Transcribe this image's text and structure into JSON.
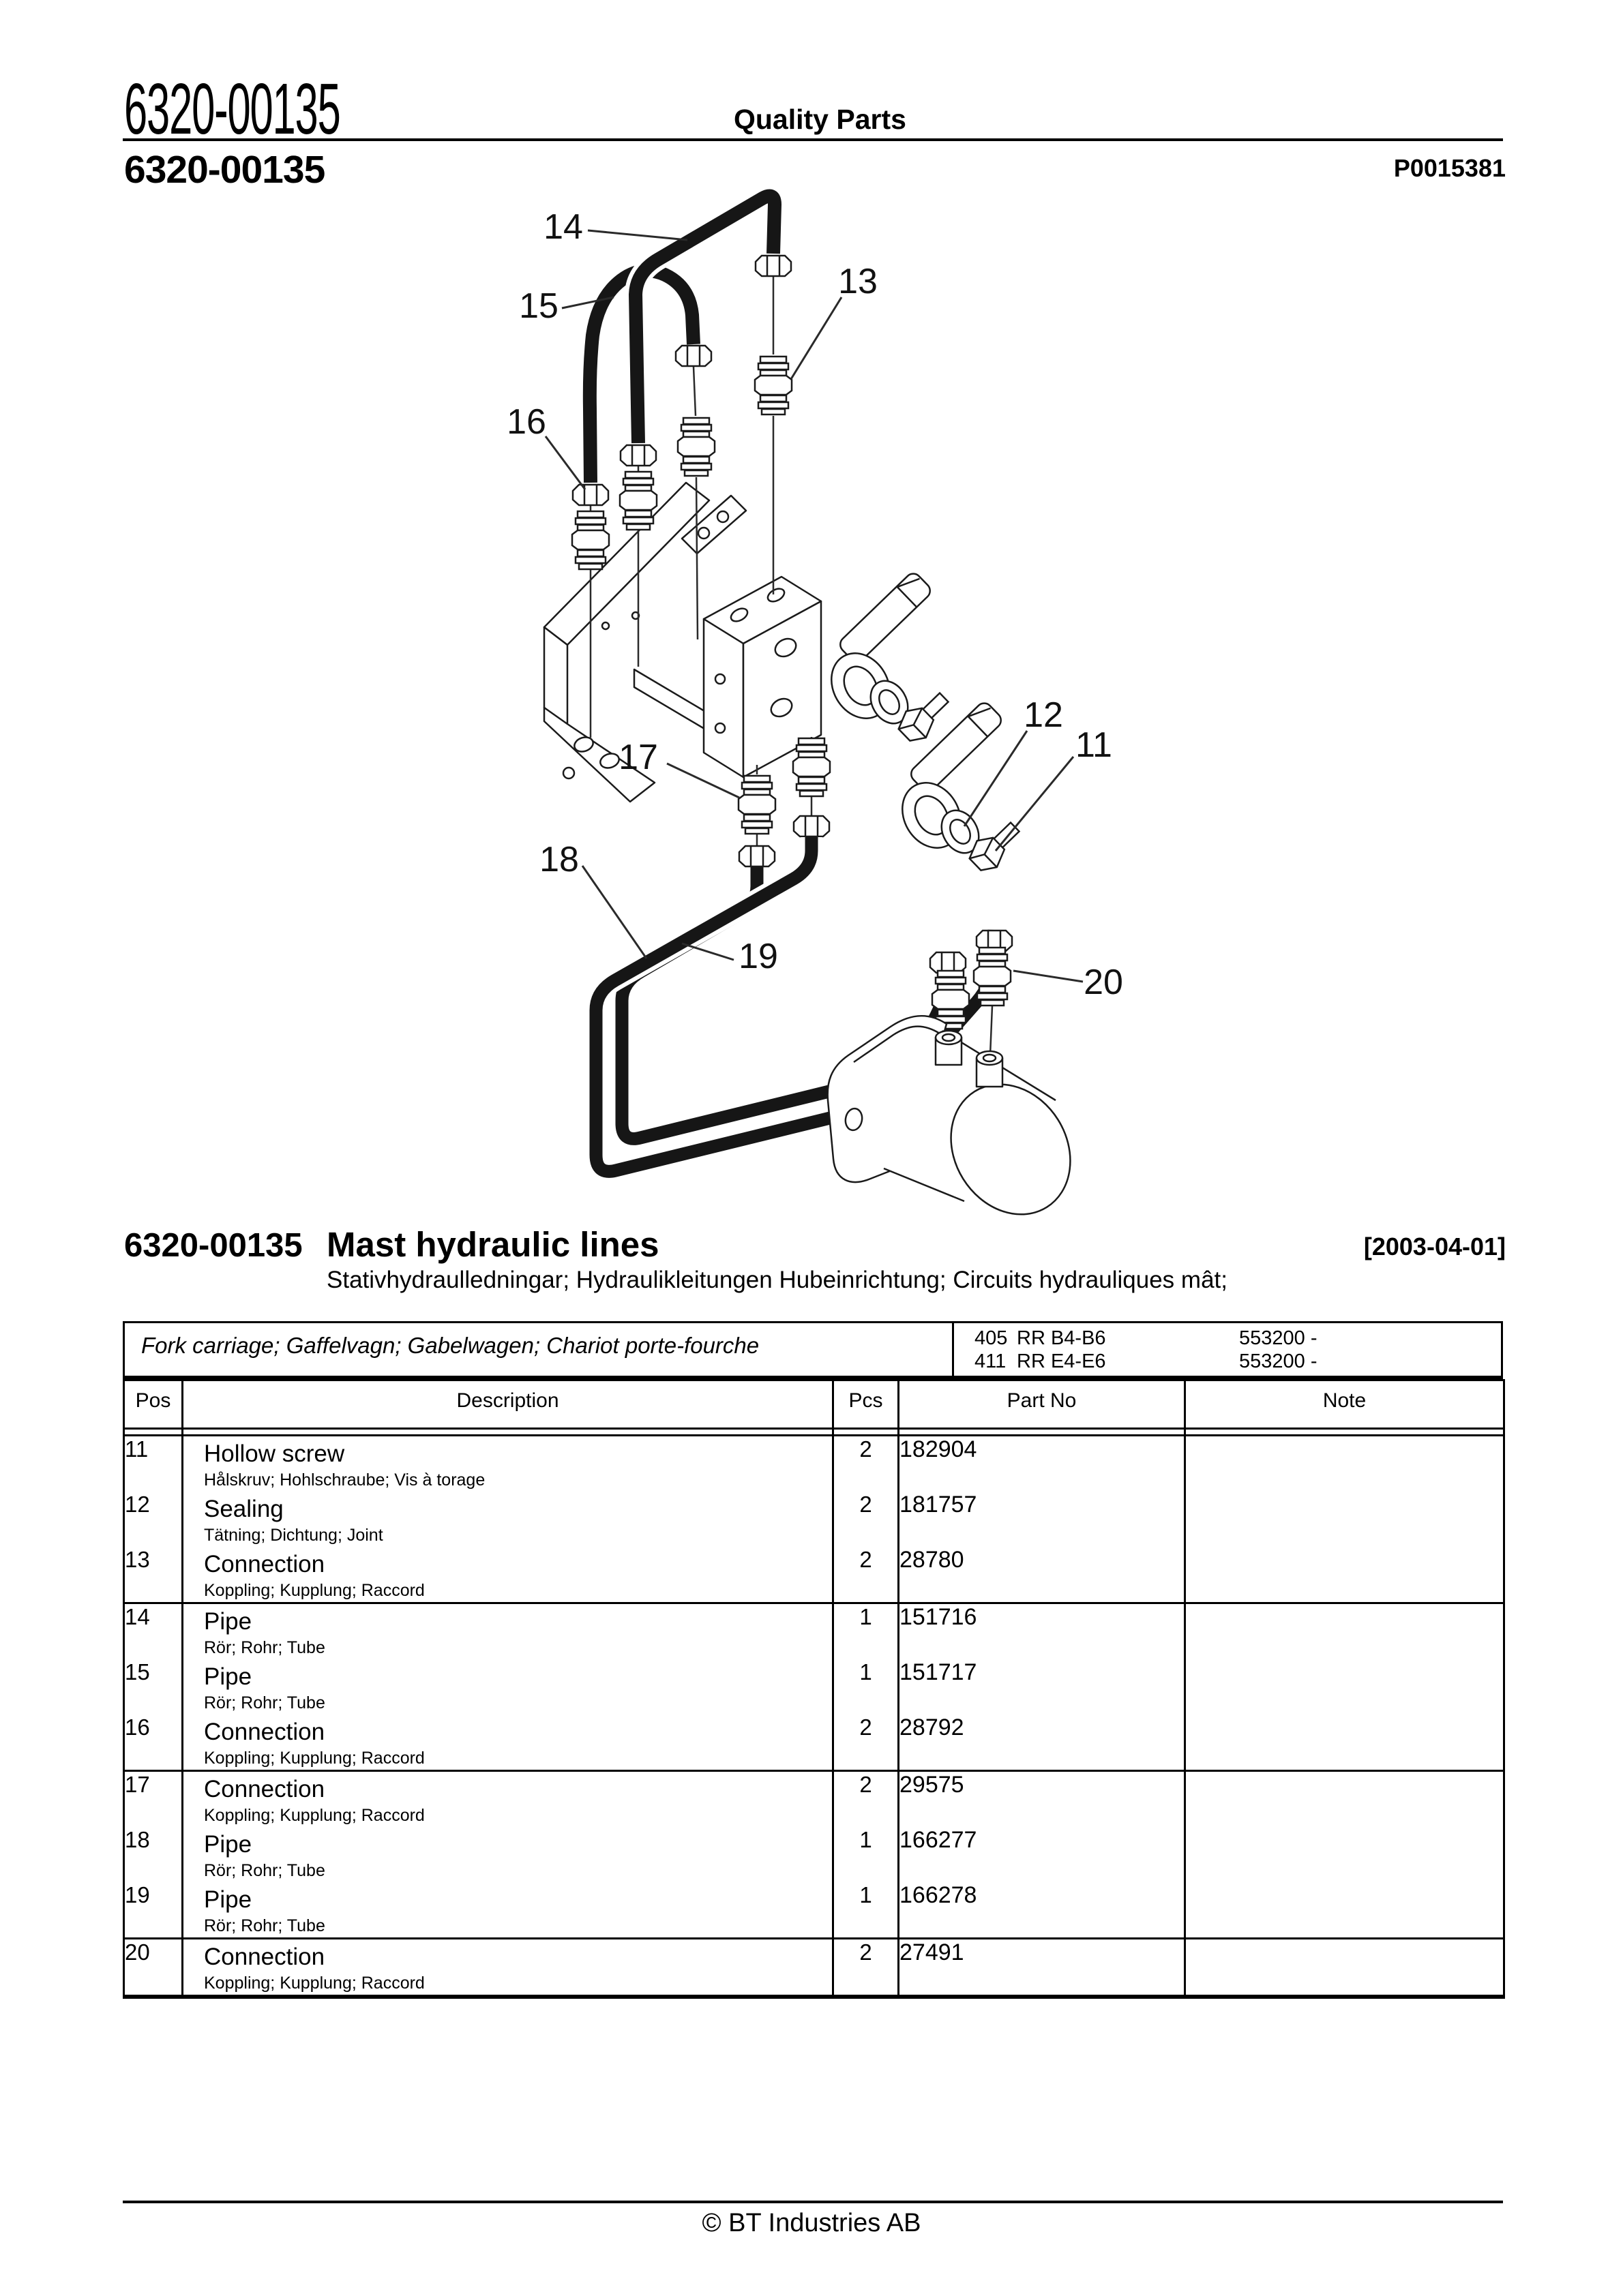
{
  "page": {
    "doc_number": "6320-00135",
    "header_center": "Quality Parts",
    "figure_ref": "P0015381",
    "footer_copyright": "© BT Industries AB"
  },
  "title_block": {
    "number": "6320-00135",
    "title": "Mast hydraulic lines",
    "subtitle": "Stativhydraulledningar; Hydraulikleitungen Hubeinrichtung; Circuits hydrauliques mât;",
    "date": "[2003-04-01]"
  },
  "variants": {
    "scope": "Fork carriage; Gaffelvagn; Gabelwagen; Chariot porte-fourche",
    "rows": [
      {
        "model": "405",
        "series": "RR B4-B6",
        "serial": "553200 -"
      },
      {
        "model": "411",
        "series": "RR E4-E6",
        "serial": "553200 -"
      }
    ]
  },
  "table": {
    "columns": [
      "Pos",
      "Description",
      "Pcs",
      "Part No",
      "Note"
    ],
    "groups": [
      {
        "rows": [
          {
            "pos": "11",
            "description": "Hollow screw",
            "description_alt": "Hålskruv; Hohlschraube; Vis à torage",
            "pcs": "2",
            "part_no": "182904",
            "note": ""
          },
          {
            "pos": "12",
            "description": "Sealing",
            "description_alt": "Tätning; Dichtung; Joint",
            "pcs": "2",
            "part_no": "181757",
            "note": ""
          },
          {
            "pos": "13",
            "description": "Connection",
            "description_alt": "Koppling; Kupplung; Raccord",
            "pcs": "2",
            "part_no": "28780",
            "note": ""
          }
        ]
      },
      {
        "rows": [
          {
            "pos": "14",
            "description": "Pipe",
            "description_alt": "Rör; Rohr; Tube",
            "pcs": "1",
            "part_no": "151716",
            "note": ""
          },
          {
            "pos": "15",
            "description": "Pipe",
            "description_alt": "Rör; Rohr; Tube",
            "pcs": "1",
            "part_no": "151717",
            "note": ""
          },
          {
            "pos": "16",
            "description": "Connection",
            "description_alt": "Koppling; Kupplung; Raccord",
            "pcs": "2",
            "part_no": "28792",
            "note": ""
          }
        ]
      },
      {
        "rows": [
          {
            "pos": "17",
            "description": "Connection",
            "description_alt": "Koppling; Kupplung; Raccord",
            "pcs": "2",
            "part_no": "29575",
            "note": ""
          },
          {
            "pos": "18",
            "description": "Pipe",
            "description_alt": "Rör; Rohr; Tube",
            "pcs": "1",
            "part_no": "166277",
            "note": ""
          },
          {
            "pos": "19",
            "description": "Pipe",
            "description_alt": "Rör; Rohr; Tube",
            "pcs": "1",
            "part_no": "166278",
            "note": ""
          }
        ]
      },
      {
        "rows": [
          {
            "pos": "20",
            "description": "Connection",
            "description_alt": "Koppling; Kupplung; Raccord",
            "pcs": "2",
            "part_no": "27491",
            "note": ""
          }
        ]
      }
    ]
  },
  "diagram": {
    "callouts": [
      {
        "label": "14"
      },
      {
        "label": "15"
      },
      {
        "label": "16"
      },
      {
        "label": "13"
      },
      {
        "label": "17"
      },
      {
        "label": "12"
      },
      {
        "label": "11"
      },
      {
        "label": "18"
      },
      {
        "label": "19"
      },
      {
        "label": "20"
      }
    ]
  }
}
